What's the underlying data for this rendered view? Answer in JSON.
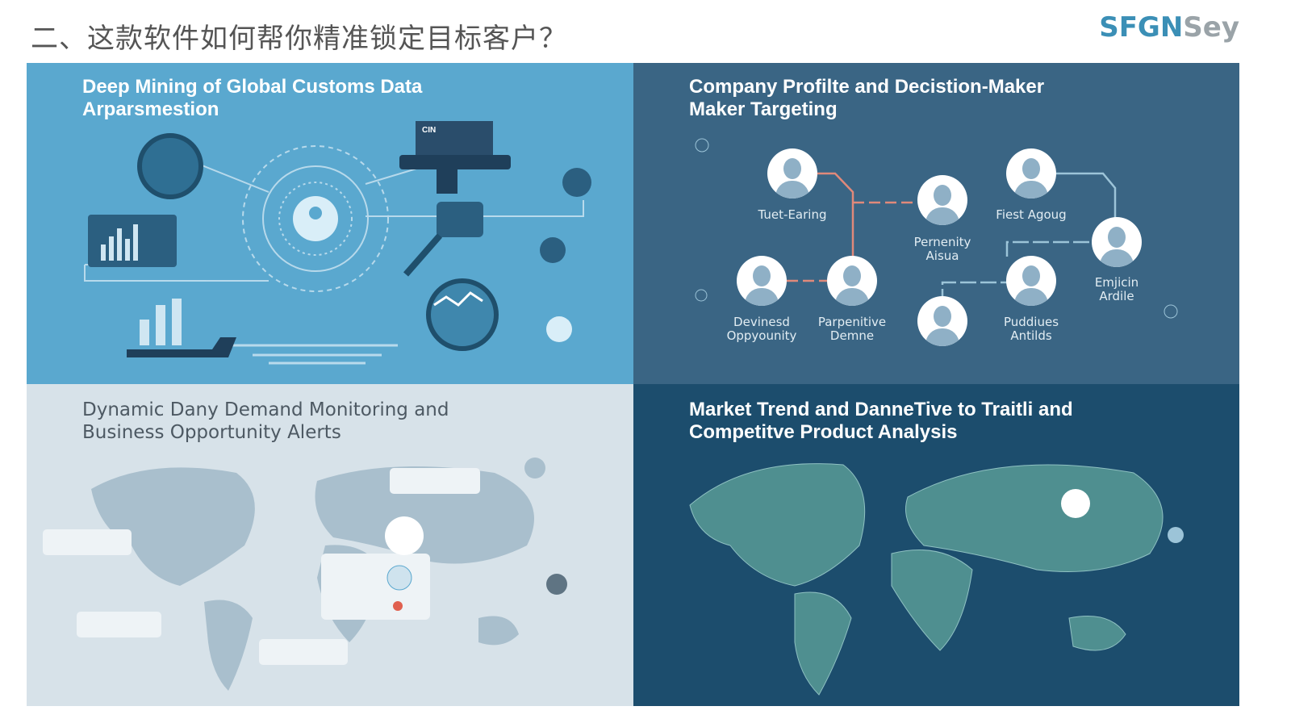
{
  "header": {
    "title": "二、这款软件如何帮你精准锁定目标客户？",
    "logo_primary": "SFGN",
    "logo_secondary": "Sey"
  },
  "panels": [
    {
      "title_line1": "Deep Mining of Global Customs Data",
      "title_line2": "Arparsmestion",
      "badge": "CIN"
    },
    {
      "title_line1": "Company Profilte and Decistion-Maker",
      "title_line2": "Maker Targeting",
      "nodes": [
        {
          "label1": "Tuet-Earing",
          "label2": ""
        },
        {
          "label1": "Pernenity",
          "label2": "Aisua"
        },
        {
          "label1": "Fiest Agoug",
          "label2": ""
        },
        {
          "label1": "Emjicin",
          "label2": "Ardile"
        },
        {
          "label1": "Devinesd",
          "label2": "Oppyounity"
        },
        {
          "label1": "Parpenitive",
          "label2": "Demne"
        },
        {
          "label1": "",
          "label2": ""
        },
        {
          "label1": "Puddiues",
          "label2": "Antilds"
        }
      ]
    },
    {
      "title_line1": "Dynamic Dany Demand Monitoring and",
      "title_line2": "Business Opportunity Alerts"
    },
    {
      "title_line1": "Market Trend and DanneTive to Traitli and",
      "title_line2": "Competitve Product Analysis"
    }
  ],
  "colors": {
    "p1": "#5aa8cf",
    "p2": "#3a6584",
    "p3": "#d7e2e9",
    "p4": "#1c4d6d",
    "link_red": "#e0897a",
    "link_blue": "#9cc4d8"
  }
}
